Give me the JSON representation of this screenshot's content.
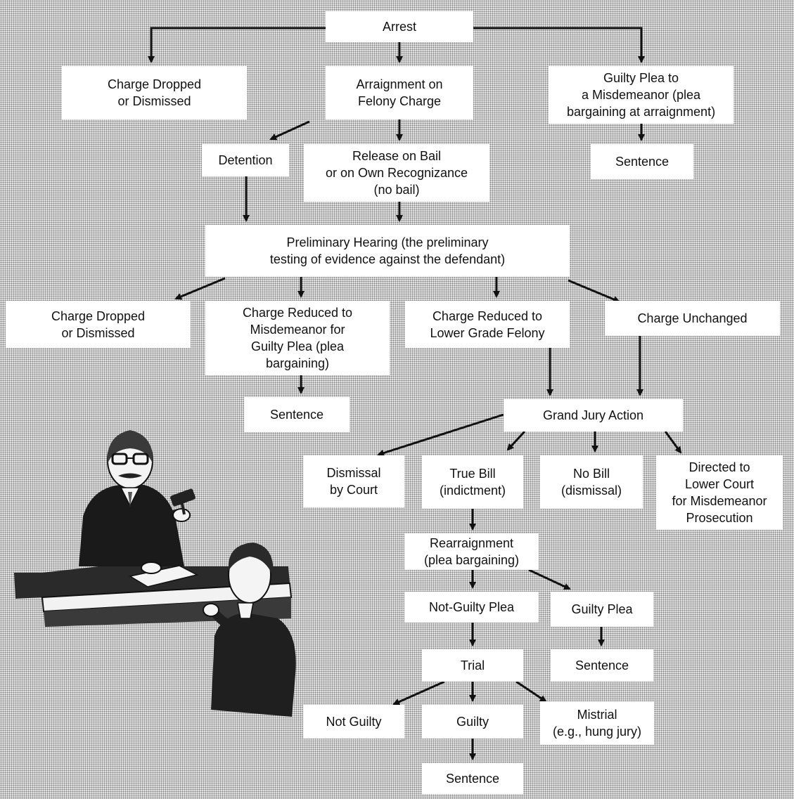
{
  "nodes": {
    "arrest": "Arrest",
    "charge_dropped_1": "Charge Dropped\nor Dismissed",
    "arraignment": "Arraignment on\nFelony Charge",
    "guilty_plea_misdemeanor": "Guilty Plea to\na Misdemeanor (plea\nbargaining at arraignment)",
    "detention": "Detention",
    "release_on_bail": "Release on Bail\nor on Own Recognizance\n(no bail)",
    "sentence_1": "Sentence",
    "preliminary_hearing": "Preliminary Hearing (the preliminary\ntesting of evidence against the defendant)",
    "charge_dropped_2": "Charge Dropped\nor Dismissed",
    "charge_reduced_misdemeanor": "Charge Reduced to\nMisdemeanor for\nGuilty Plea (plea\nbargaining)",
    "charge_reduced_felony": "Charge Reduced to\nLower Grade Felony",
    "charge_unchanged": "Charge Unchanged",
    "sentence_2": "Sentence",
    "grand_jury": "Grand Jury Action",
    "dismissal_by_court": "Dismissal\nby Court",
    "true_bill": "True Bill\n(indictment)",
    "no_bill": "No Bill\n(dismissal)",
    "directed_lower_court": "Directed to\nLower Court\nfor Misdemeanor\nProsecution",
    "rearraignment": "Rearraignment\n(plea bargaining)",
    "not_guilty_plea": "Not-Guilty Plea",
    "guilty_plea": "Guilty Plea",
    "trial": "Trial",
    "sentence_3": "Sentence",
    "not_guilty": "Not Guilty",
    "guilty": "Guilty",
    "mistrial": "Mistrial\n(e.g., hung jury)",
    "sentence_4": "Sentence"
  },
  "edges": [
    [
      "arrest",
      "charge_dropped_1"
    ],
    [
      "arrest",
      "arraignment"
    ],
    [
      "arrest",
      "guilty_plea_misdemeanor"
    ],
    [
      "arraignment",
      "detention"
    ],
    [
      "arraignment",
      "release_on_bail"
    ],
    [
      "guilty_plea_misdemeanor",
      "sentence_1"
    ],
    [
      "detention",
      "preliminary_hearing"
    ],
    [
      "release_on_bail",
      "preliminary_hearing"
    ],
    [
      "preliminary_hearing",
      "charge_dropped_2"
    ],
    [
      "preliminary_hearing",
      "charge_reduced_misdemeanor"
    ],
    [
      "preliminary_hearing",
      "charge_reduced_felony"
    ],
    [
      "preliminary_hearing",
      "charge_unchanged"
    ],
    [
      "charge_reduced_misdemeanor",
      "sentence_2"
    ],
    [
      "charge_reduced_felony",
      "grand_jury"
    ],
    [
      "charge_unchanged",
      "grand_jury"
    ],
    [
      "grand_jury",
      "dismissal_by_court"
    ],
    [
      "grand_jury",
      "true_bill"
    ],
    [
      "grand_jury",
      "no_bill"
    ],
    [
      "grand_jury",
      "directed_lower_court"
    ],
    [
      "true_bill",
      "rearraignment"
    ],
    [
      "rearraignment",
      "not_guilty_plea"
    ],
    [
      "rearraignment",
      "guilty_plea"
    ],
    [
      "not_guilty_plea",
      "trial"
    ],
    [
      "guilty_plea",
      "sentence_3"
    ],
    [
      "trial",
      "not_guilty"
    ],
    [
      "trial",
      "guilty"
    ],
    [
      "trial",
      "mistrial"
    ],
    [
      "guilty",
      "sentence_4"
    ]
  ],
  "illustration": "judge-and-defendant-drawing"
}
